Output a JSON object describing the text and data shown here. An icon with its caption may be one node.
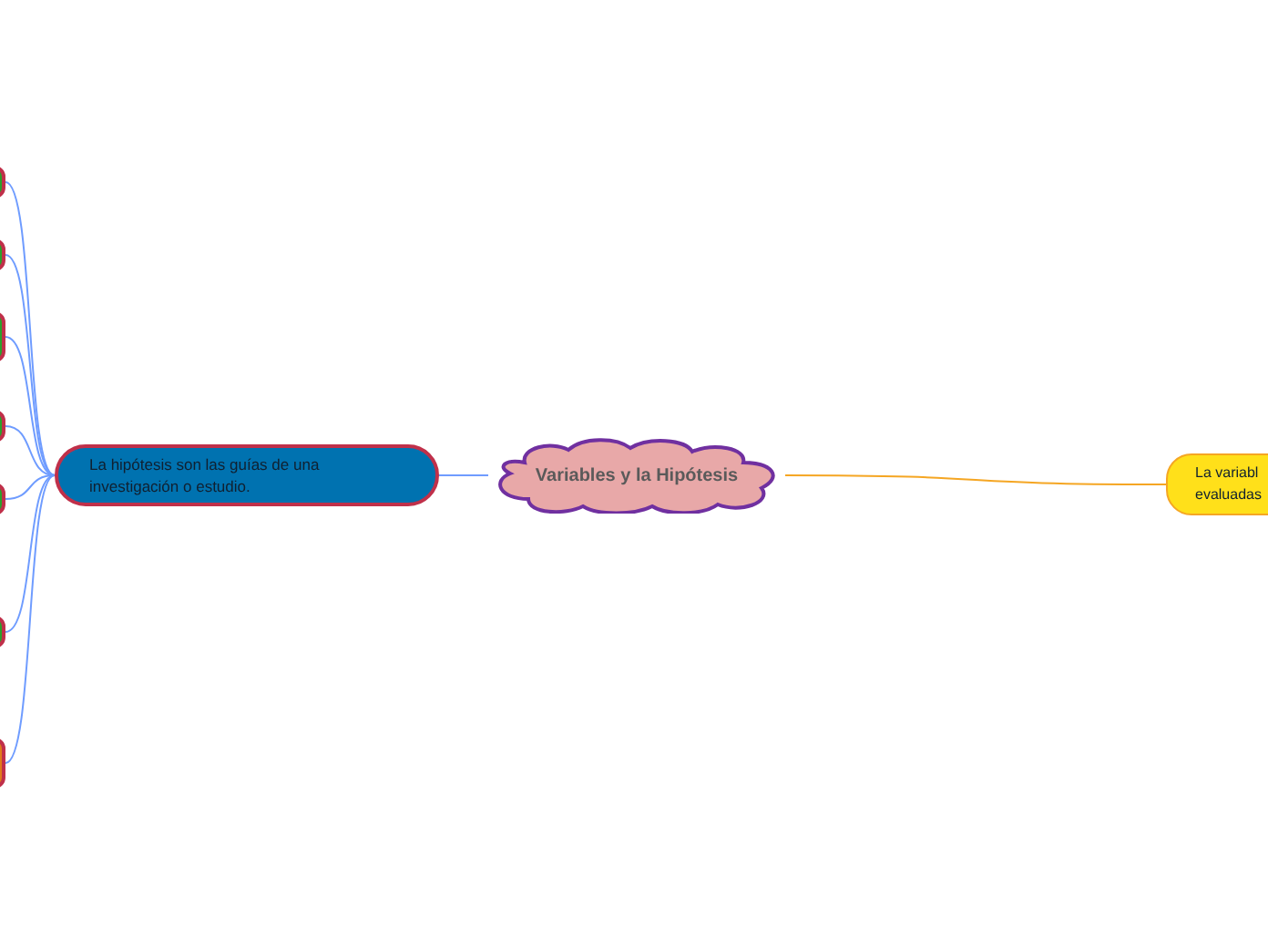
{
  "diagram": {
    "nodes": [
      {
        "text": [],
        "shape": "box"
      },
      {
        "text": [],
        "shape": "box"
      },
      {
        "text": [],
        "shape": "box"
      },
      {
        "text": [],
        "shape": "box"
      },
      {
        "text": [],
        "shape": "box"
      },
      {
        "text": [],
        "shape": "box"
      },
      {
        "text": [],
        "shape": "box"
      },
      {
        "text": [
          "La hipótesis son las guías de una investigación o estudio."
        ]
      },
      {
        "text": [
          "Variables y la Hipótesis"
        ]
      },
      {
        "text": [
          "La variabl evaluadas"
        ]
      }
    ],
    "edges": [
      {
        "from": 8,
        "to": 7,
        "arrow": "none"
      },
      {
        "from": 8,
        "to": 9,
        "arrow": "none",
        "color": "#f5a623"
      },
      {
        "from": 7,
        "to": 0,
        "arrow": "none"
      },
      {
        "from": 7,
        "to": 1,
        "arrow": "none"
      },
      {
        "from": 7,
        "to": 2,
        "arrow": "none"
      },
      {
        "from": 7,
        "to": 3,
        "arrow": "none"
      },
      {
        "from": 7,
        "to": 4,
        "arrow": "none"
      },
      {
        "from": 7,
        "to": 5,
        "arrow": "none"
      },
      {
        "from": 7,
        "to": 6,
        "arrow": "none"
      }
    ]
  }
}
